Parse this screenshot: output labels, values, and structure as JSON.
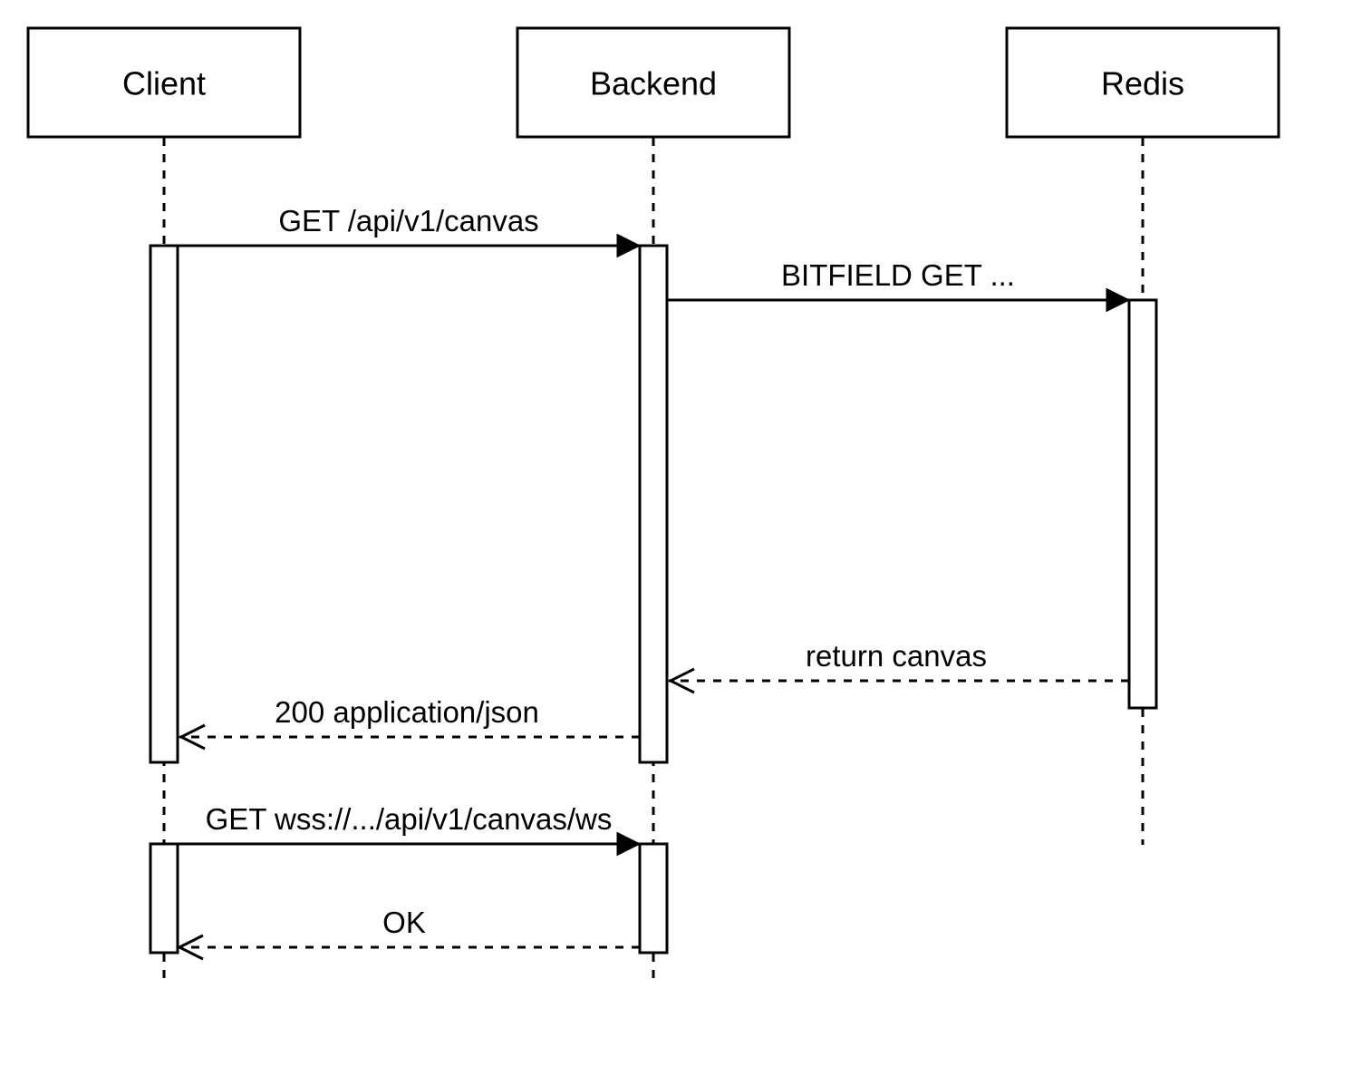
{
  "participants": [
    {
      "id": "client",
      "label": "Client"
    },
    {
      "id": "backend",
      "label": "Backend"
    },
    {
      "id": "redis",
      "label": "Redis"
    }
  ],
  "messages": [
    {
      "from": "client",
      "to": "backend",
      "label": "GET /api/v1/canvas",
      "style": "solid"
    },
    {
      "from": "backend",
      "to": "redis",
      "label": "BITFIELD GET ...",
      "style": "solid"
    },
    {
      "from": "redis",
      "to": "backend",
      "label": "return canvas",
      "style": "dashed"
    },
    {
      "from": "backend",
      "to": "client",
      "label": "200 application/json",
      "style": "dashed"
    },
    {
      "from": "client",
      "to": "backend",
      "label": "GET wss://.../api/v1/canvas/ws",
      "style": "solid"
    },
    {
      "from": "backend",
      "to": "client",
      "label": "OK",
      "style": "dashed"
    }
  ]
}
